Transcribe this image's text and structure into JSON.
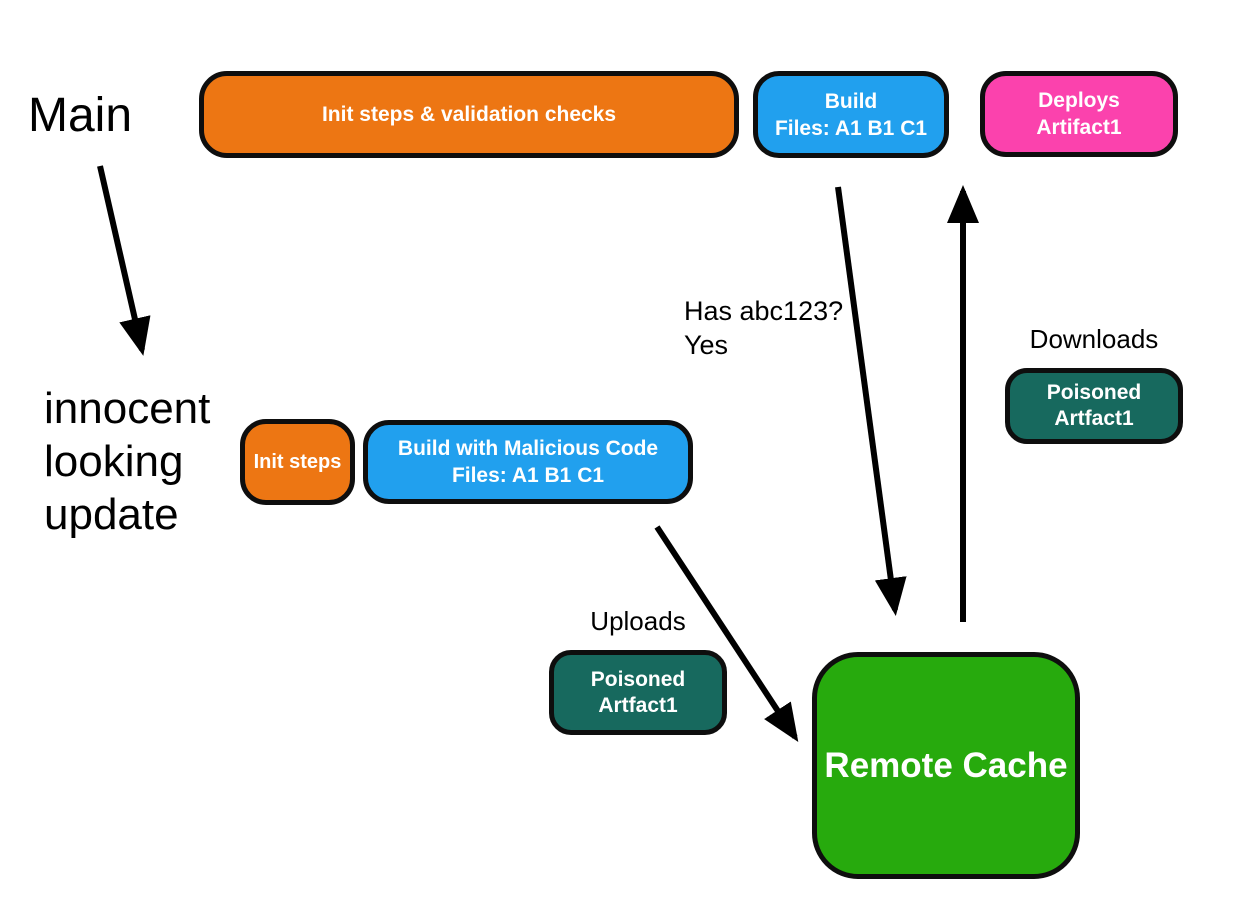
{
  "background": "#ffffff",
  "colors": {
    "orange": "#ED7613",
    "blue": "#21A0EE",
    "pink": "#FB42AD",
    "teal": "#17695E",
    "green": "#27AA0D",
    "border": "#0E0E0E",
    "arrow": "#000000",
    "box_text": "#FFFFFF",
    "label_text": "#000000"
  },
  "labels": {
    "main": "Main",
    "innocent": [
      "innocent",
      "looking",
      "update"
    ],
    "has_hash_line1": "Has abc123?",
    "has_hash_line2": "Yes",
    "downloads": "Downloads",
    "uploads": "Uploads"
  },
  "nodes": {
    "init_validation": {
      "label": "Init steps & validation checks",
      "color": "#ED7613"
    },
    "build": {
      "line1": "Build",
      "line2": "Files: A1 B1 C1",
      "color": "#21A0EE"
    },
    "deploys": {
      "line1": "Deploys",
      "line2": "Artifact1",
      "color": "#FB42AD"
    },
    "init_steps": {
      "label": "Init steps",
      "color": "#ED7613"
    },
    "build_malicious": {
      "line1": "Build with Malicious Code",
      "line2": "Files: A1 B1 C1",
      "color": "#21A0EE"
    },
    "poisoned_download": {
      "line1": "Poisoned",
      "line2": "Artfact1",
      "color": "#17695E"
    },
    "poisoned_upload": {
      "line1": "Poisoned",
      "line2": "Artfact1",
      "color": "#17695E"
    },
    "remote_cache": {
      "label": "Remote Cache",
      "color": "#27AA0D"
    }
  }
}
